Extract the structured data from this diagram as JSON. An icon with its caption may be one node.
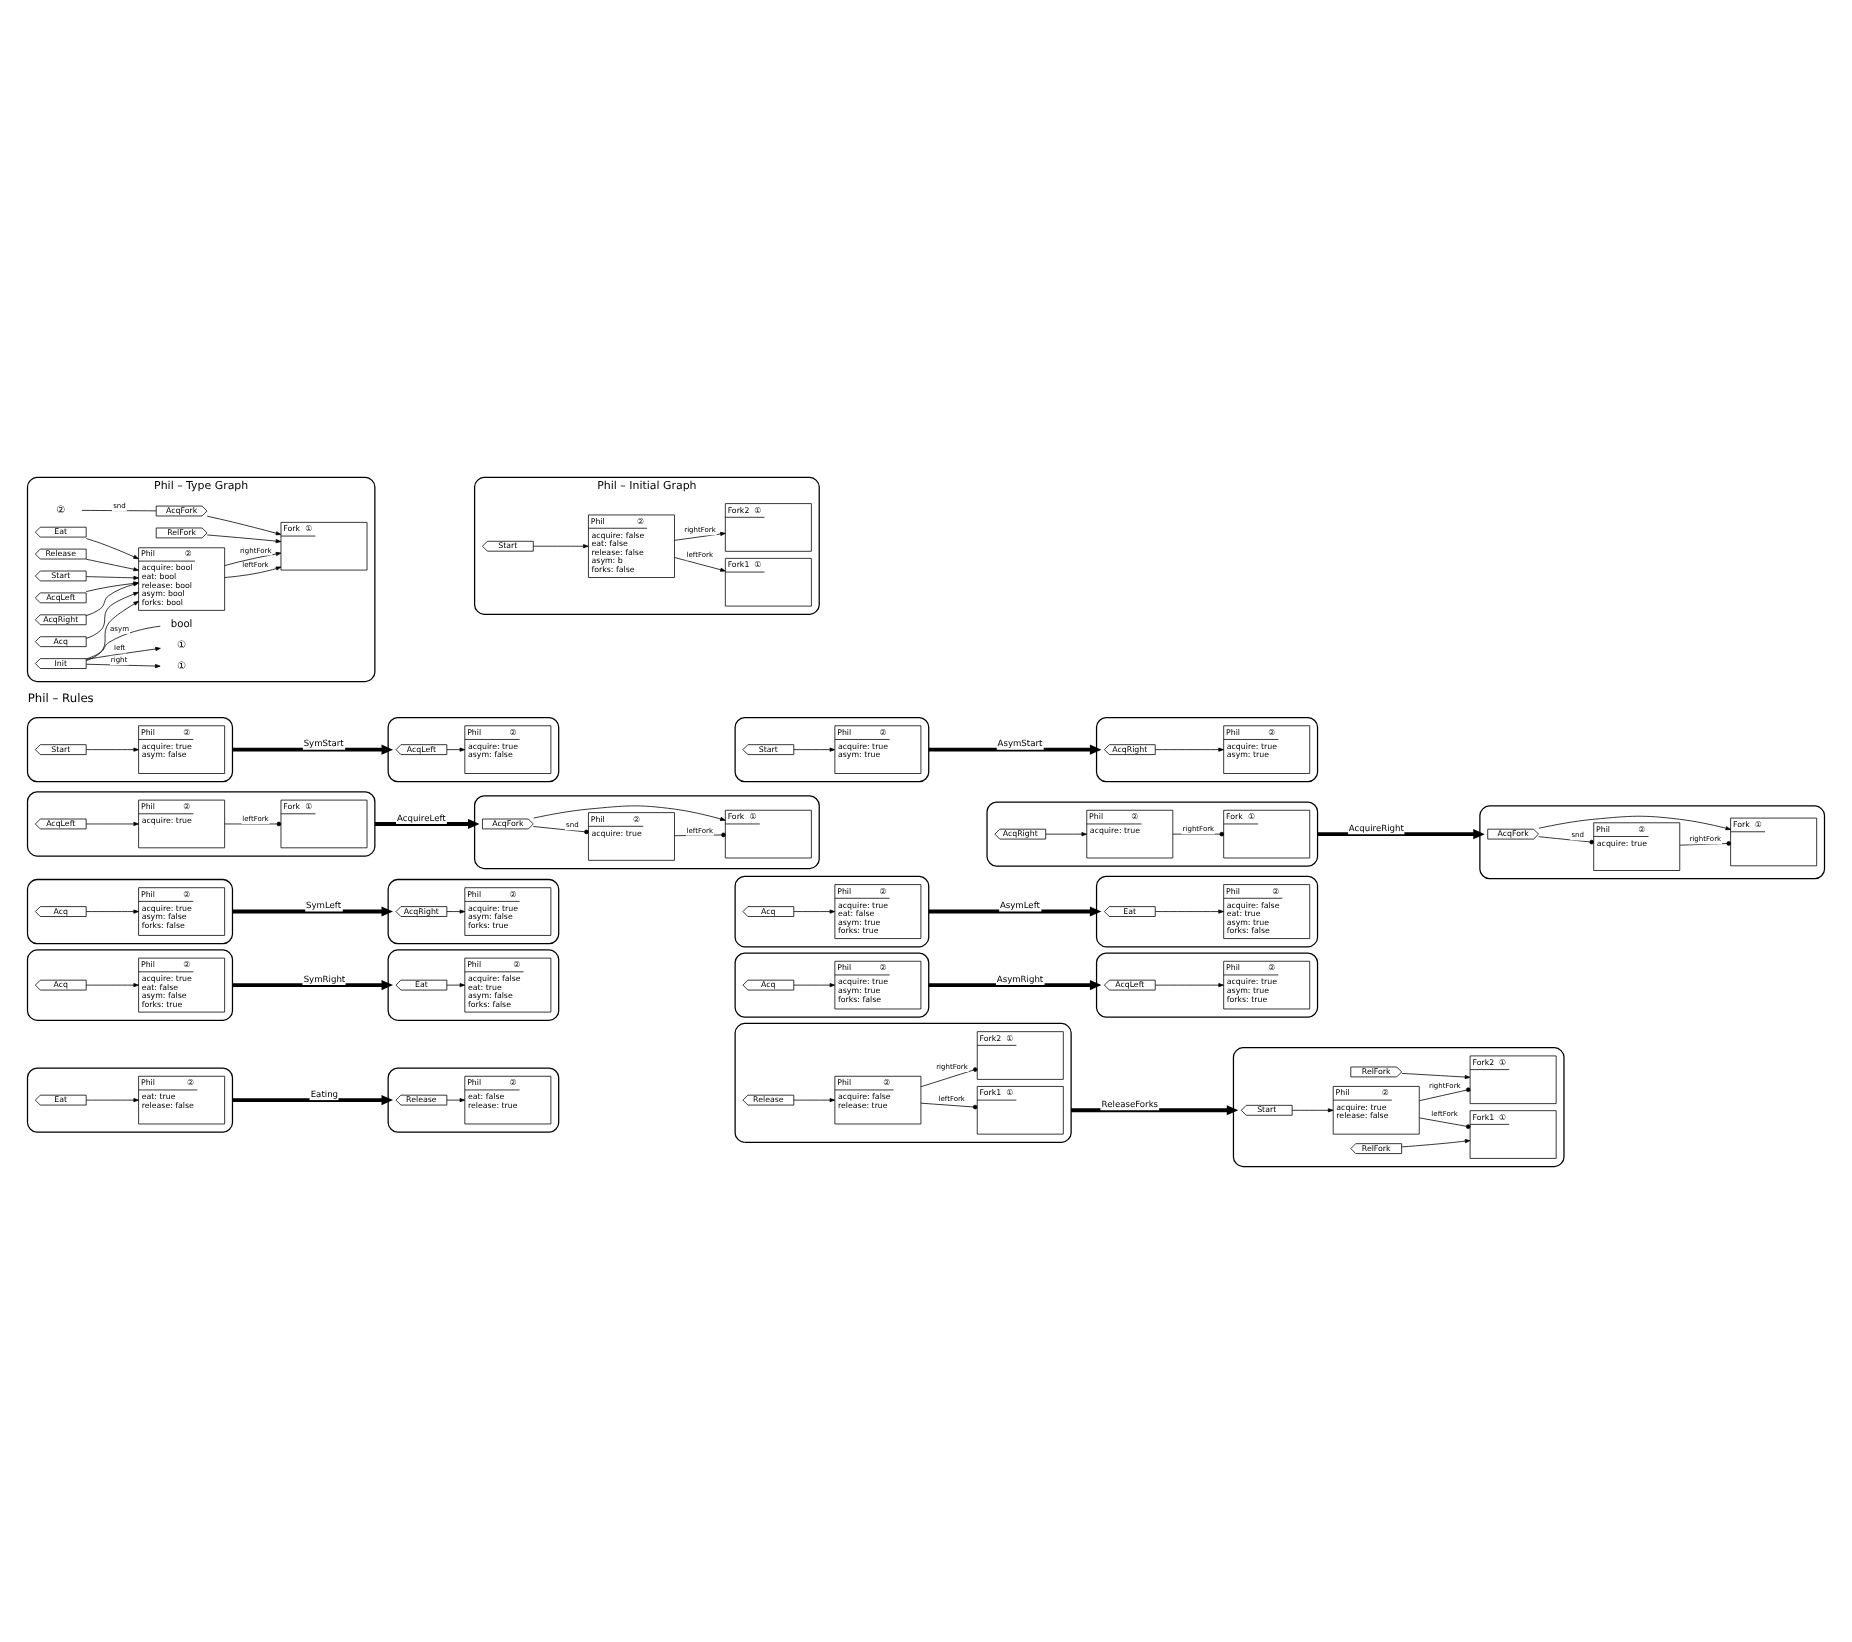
{
  "diagram": {
    "nodes": [
      {
        "text": [
          "Phil – Type Graph"
        ]
      },
      {
        "text": [
          "Phil",
          "②",
          "acquire: bool",
          "eat: bool",
          "release: bool",
          "asym: bool",
          "forks: bool"
        ],
        "in": 0
      },
      {
        "text": [
          "Fork",
          "①"
        ],
        "in": 0
      },
      {
        "text": [
          "②"
        ],
        "in": 0
      },
      {
        "text": [
          "AcqFork"
        ],
        "in": 0
      },
      {
        "text": [
          "RelFork"
        ],
        "in": 0
      },
      {
        "text": [
          "AcqLeft"
        ],
        "in": 0
      },
      {
        "text": [
          "AcqRight"
        ],
        "in": 0
      },
      {
        "text": [
          "Acq"
        ],
        "in": 0
      },
      {
        "text": [
          "Eat"
        ],
        "in": 0
      },
      {
        "text": [
          "Release"
        ],
        "in": 0
      },
      {
        "text": [
          "Init"
        ],
        "in": 0
      },
      {
        "text": [
          "Start"
        ],
        "in": 0
      },
      {
        "text": [
          "①"
        ],
        "in": 0
      },
      {
        "text": [
          "bool"
        ],
        "in": 0
      },
      {
        "text": [
          "①"
        ],
        "in": 0
      },
      {
        "text": [
          "Phil – Initial Graph"
        ]
      },
      {
        "text": [
          "Fork1",
          "①"
        ],
        "in": 16
      },
      {
        "text": [
          "Fork2",
          "①"
        ],
        "in": 16
      },
      {
        "text": [
          "Phil",
          "②",
          "acquire: false",
          "eat: false",
          "release: false",
          "asym: b",
          "forks: false"
        ],
        "in": 16
      },
      {
        "text": [
          "Start"
        ],
        "in": 16
      },
      {
        "text": [],
        "shape": "box"
      },
      {
        "text": [
          "Phil",
          "②",
          "acquire: true",
          "asym: false"
        ],
        "in": 21
      },
      {
        "text": [
          "Start"
        ],
        "in": 21
      },
      {
        "text": [],
        "shape": "box"
      },
      {
        "text": [
          "Phil",
          "②",
          "acquire: true",
          "asym: false"
        ],
        "in": 24
      },
      {
        "text": [
          "AcqLeft"
        ],
        "in": 24
      },
      {
        "text": [],
        "shape": "box"
      },
      {
        "text": [
          "Phil",
          "②",
          "acquire: true",
          "asym: true"
        ],
        "in": 27
      },
      {
        "text": [
          "Start"
        ],
        "in": 27
      },
      {
        "text": [],
        "shape": "box"
      },
      {
        "text": [
          "Phil",
          "②",
          "acquire: true",
          "asym: true"
        ],
        "in": 30
      },
      {
        "text": [
          "AcqRight"
        ],
        "in": 30
      },
      {
        "text": [],
        "shape": "box"
      },
      {
        "text": [
          "Phil",
          "②",
          "acquire: true"
        ],
        "in": 33
      },
      {
        "text": [
          "AcqLeft"
        ],
        "in": 33
      },
      {
        "text": [
          "Fork",
          "①"
        ],
        "in": 33
      },
      {
        "text": [],
        "shape": "box"
      },
      {
        "text": [
          "Phil",
          "②",
          "acquire: true"
        ],
        "in": 37
      },
      {
        "text": [
          "AcqFork"
        ],
        "in": 37
      },
      {
        "text": [
          "Fork",
          "①"
        ],
        "in": 37
      },
      {
        "text": [],
        "shape": "box"
      },
      {
        "text": [
          "Phil",
          "②",
          "acquire: true"
        ],
        "in": 41
      },
      {
        "text": [
          "AcqRight"
        ],
        "in": 41
      },
      {
        "text": [
          "Fork",
          "①"
        ],
        "in": 41
      },
      {
        "text": [],
        "shape": "box"
      },
      {
        "text": [
          "Phil",
          "②",
          "acquire: true"
        ],
        "in": 45
      },
      {
        "text": [
          "AcqFork"
        ],
        "in": 45
      },
      {
        "text": [
          "Fork",
          "①"
        ],
        "in": 45
      },
      {
        "text": [],
        "shape": "box"
      },
      {
        "text": [
          "Phil",
          "②",
          "acquire: true",
          "asym: false",
          "forks: false"
        ],
        "in": 49
      },
      {
        "text": [
          "Acq"
        ],
        "in": 49
      },
      {
        "text": [],
        "shape": "box"
      },
      {
        "text": [
          "Phil",
          "②",
          "acquire: true",
          "asym: false",
          "forks: true"
        ],
        "in": 52
      },
      {
        "text": [
          "AcqRight"
        ],
        "in": 52
      },
      {
        "text": [],
        "shape": "box"
      },
      {
        "text": [
          "Phil",
          "②",
          "acquire: true",
          "eat: false",
          "asym: true",
          "forks: true"
        ],
        "in": 55
      },
      {
        "text": [
          "Acq"
        ],
        "in": 55
      },
      {
        "text": [],
        "shape": "box"
      },
      {
        "text": [
          "Phil",
          "②",
          "acquire: false",
          "eat: true",
          "asym: true",
          "forks: false"
        ],
        "in": 58
      },
      {
        "text": [
          "Eat"
        ],
        "in": 58
      },
      {
        "text": [],
        "shape": "box"
      },
      {
        "text": [
          "Phil",
          "②",
          "acquire: true",
          "eat: false",
          "asym: false",
          "forks: true"
        ],
        "in": 61
      },
      {
        "text": [
          "Acq"
        ],
        "in": 61
      },
      {
        "text": [],
        "shape": "box"
      },
      {
        "text": [
          "Phil",
          "②",
          "acquire: false",
          "eat: true",
          "asym: false",
          "forks: false"
        ],
        "in": 64
      },
      {
        "text": [
          "Eat"
        ],
        "in": 64
      },
      {
        "text": [],
        "shape": "box"
      },
      {
        "text": [
          "Phil",
          "②",
          "acquire: true",
          "asym: true",
          "forks: false"
        ],
        "in": 67
      },
      {
        "text": [
          "Acq"
        ],
        "in": 67
      },
      {
        "text": [],
        "shape": "box"
      },
      {
        "text": [
          "Phil",
          "②",
          "acquire: true",
          "asym: true",
          "forks: true"
        ],
        "in": 70
      },
      {
        "text": [
          "AcqLeft"
        ],
        "in": 70
      },
      {
        "text": [],
        "shape": "box"
      },
      {
        "text": [
          "Phil",
          "②",
          "eat: true",
          "release: false"
        ],
        "in": 73
      },
      {
        "text": [
          "Eat"
        ],
        "in": 73
      },
      {
        "text": [],
        "shape": "box"
      },
      {
        "text": [
          "Phil",
          "②",
          "eat: false",
          "release: true"
        ],
        "in": 76
      },
      {
        "text": [
          "Release"
        ],
        "in": 76
      },
      {
        "text": [],
        "shape": "box"
      },
      {
        "text": [
          "Phil",
          "②",
          "acquire: false",
          "release: true"
        ],
        "in": 79
      },
      {
        "text": [
          "Release"
        ],
        "in": 79
      },
      {
        "text": [
          "Fork1",
          "①"
        ],
        "in": 79
      },
      {
        "text": [
          "Fork2",
          "①"
        ],
        "in": 79
      },
      {
        "text": [],
        "shape": "box"
      },
      {
        "text": [
          "Phil",
          "②",
          "acquire: true",
          "release: false"
        ],
        "in": 84
      },
      {
        "text": [
          "Start"
        ],
        "in": 84
      },
      {
        "text": [
          "RelFork"
        ],
        "in": 84
      },
      {
        "text": [
          "RelFork"
        ],
        "in": 84
      },
      {
        "text": [
          "Fork1",
          "①"
        ],
        "in": 84
      },
      {
        "text": [
          "Fork2",
          "①"
        ],
        "in": 84
      }
    ],
    "edges": [
      {
        "from": 1,
        "to": 2,
        "arrow": "to",
        "label": "leftFork"
      },
      {
        "from": 1,
        "to": 2,
        "arrow": "to",
        "label": "rightFork"
      },
      {
        "from": 3,
        "to": 4,
        "arrow": "none",
        "label": "snd"
      },
      {
        "from": 4,
        "to": 2,
        "arrow": "to"
      },
      {
        "from": 5,
        "to": 2,
        "arrow": "to"
      },
      {
        "from": 6,
        "to": 1,
        "arrow": "to"
      },
      {
        "from": 7,
        "to": 1,
        "arrow": "to"
      },
      {
        "from": 8,
        "to": 1,
        "arrow": "to"
      },
      {
        "from": 9,
        "to": 1,
        "arrow": "to"
      },
      {
        "from": 10,
        "to": 1,
        "arrow": "to"
      },
      {
        "from": 11,
        "to": 1,
        "arrow": "to"
      },
      {
        "from": 12,
        "to": 1,
        "arrow": "to"
      },
      {
        "from": 11,
        "to": 13,
        "arrow": "to",
        "label": "left"
      },
      {
        "from": 11,
        "to": 14,
        "arrow": "none",
        "label": "asym"
      },
      {
        "from": 11,
        "to": 15,
        "arrow": "to",
        "label": "right"
      },
      {
        "from": 19,
        "to": 17,
        "arrow": "to",
        "label": "leftFork"
      },
      {
        "from": 19,
        "to": 18,
        "arrow": "to",
        "label": "rightFork"
      },
      {
        "from": 20,
        "to": 19,
        "arrow": "to"
      },
      {
        "from": 23,
        "to": 22,
        "arrow": "to"
      },
      {
        "from": 26,
        "to": 25,
        "arrow": "to"
      },
      {
        "from": 21,
        "to": 24,
        "arrow": "to",
        "label": "SymStart",
        "style": "thick"
      },
      {
        "from": 29,
        "to": 28,
        "arrow": "to"
      },
      {
        "from": 32,
        "to": 31,
        "arrow": "to"
      },
      {
        "from": 27,
        "to": 30,
        "arrow": "to",
        "label": "AsymStart",
        "style": "thick"
      },
      {
        "from": 35,
        "to": 34,
        "arrow": "to"
      },
      {
        "from": 34,
        "to": 36,
        "arrow": "other",
        "label": "leftFork"
      },
      {
        "from": 39,
        "to": 38,
        "arrow": "other",
        "label": "snd"
      },
      {
        "from": 39,
        "to": 40,
        "arrow": "to"
      },
      {
        "from": 38,
        "to": 40,
        "arrow": "other",
        "label": "leftFork"
      },
      {
        "from": 33,
        "to": 37,
        "arrow": "to",
        "label": "AcquireLeft",
        "style": "thick"
      },
      {
        "from": 43,
        "to": 42,
        "arrow": "to"
      },
      {
        "from": 42,
        "to": 44,
        "arrow": "other",
        "label": "rightFork"
      },
      {
        "from": 47,
        "to": 46,
        "arrow": "other",
        "label": "snd"
      },
      {
        "from": 47,
        "to": 48,
        "arrow": "to"
      },
      {
        "from": 46,
        "to": 48,
        "arrow": "other",
        "label": "rightFork"
      },
      {
        "from": 41,
        "to": 45,
        "arrow": "to",
        "label": "AcquireRight",
        "style": "thick"
      },
      {
        "from": 51,
        "to": 50,
        "arrow": "to"
      },
      {
        "from": 54,
        "to": 53,
        "arrow": "to"
      },
      {
        "from": 49,
        "to": 52,
        "arrow": "to",
        "label": "SymLeft",
        "style": "thick"
      },
      {
        "from": 57,
        "to": 56,
        "arrow": "to"
      },
      {
        "from": 60,
        "to": 59,
        "arrow": "to"
      },
      {
        "from": 55,
        "to": 58,
        "arrow": "to",
        "label": "AsymLeft",
        "style": "thick"
      },
      {
        "from": 63,
        "to": 62,
        "arrow": "to"
      },
      {
        "from": 66,
        "to": 65,
        "arrow": "to"
      },
      {
        "from": 61,
        "to": 64,
        "arrow": "to",
        "label": "SymRight",
        "style": "thick"
      },
      {
        "from": 69,
        "to": 68,
        "arrow": "to"
      },
      {
        "from": 72,
        "to": 71,
        "arrow": "to"
      },
      {
        "from": 67,
        "to": 70,
        "arrow": "to",
        "label": "AsymRight",
        "style": "thick"
      },
      {
        "from": 75,
        "to": 74,
        "arrow": "to"
      },
      {
        "from": 78,
        "to": 77,
        "arrow": "to"
      },
      {
        "from": 73,
        "to": 76,
        "arrow": "to",
        "label": "Eating",
        "style": "thick"
      },
      {
        "from": 81,
        "to": 80,
        "arrow": "to"
      },
      {
        "from": 80,
        "to": 83,
        "arrow": "other",
        "label": "rightFork"
      },
      {
        "from": 80,
        "to": 82,
        "arrow": "other",
        "label": "leftFork"
      },
      {
        "from": 86,
        "to": 85,
        "arrow": "to"
      },
      {
        "from": 87,
        "to": 90,
        "arrow": "to"
      },
      {
        "from": 88,
        "to": 89,
        "arrow": "to"
      },
      {
        "from": 85,
        "to": 90,
        "arrow": "other",
        "label": "rightFork"
      },
      {
        "from": 85,
        "to": 89,
        "arrow": "other",
        "label": "leftFork"
      },
      {
        "from": 79,
        "to": 84,
        "arrow": "to",
        "label": "ReleaseForks",
        "style": "thick"
      }
    ],
    "labels": [
      "Phil – Rules"
    ]
  }
}
